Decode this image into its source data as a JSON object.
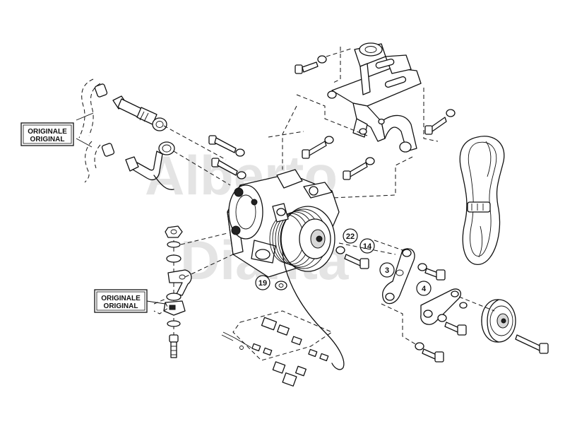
{
  "labels": {
    "original_upper_line1": "ORIGINALE",
    "original_upper_line2": "ORIGINAL",
    "original_lower_line1": "ORIGINALE",
    "original_lower_line2": "ORIGINAL"
  },
  "callouts": {
    "c22": "22",
    "c14": "14",
    "c3": "3",
    "c4": "4",
    "c19": "19"
  },
  "watermark": {
    "line1": "Alberto",
    "line2": "Dianta"
  }
}
